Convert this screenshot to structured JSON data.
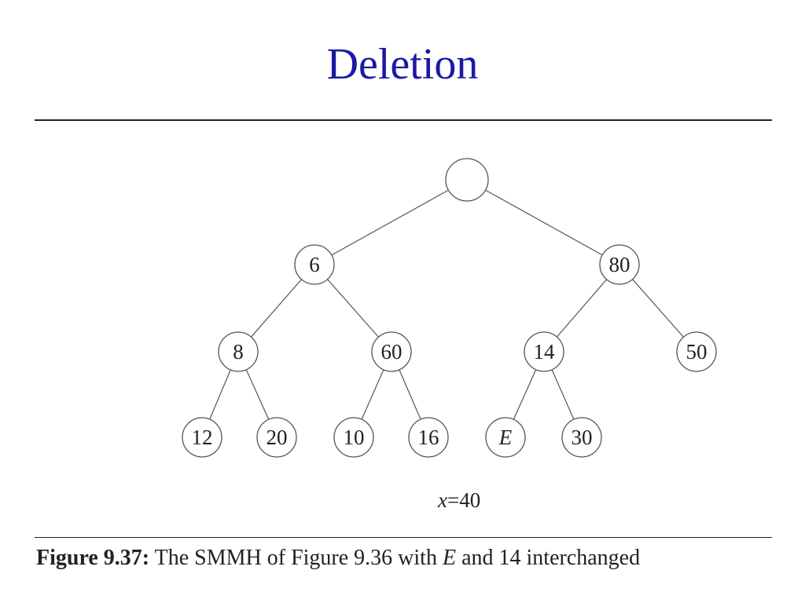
{
  "slide": {
    "title": "Deletion"
  },
  "tree": {
    "nodes": [
      {
        "id": "root",
        "label": ""
      },
      {
        "id": "n6",
        "label": "6"
      },
      {
        "id": "n80",
        "label": "80"
      },
      {
        "id": "n8",
        "label": "8"
      },
      {
        "id": "n60",
        "label": "60"
      },
      {
        "id": "n14",
        "label": "14"
      },
      {
        "id": "n50",
        "label": "50"
      },
      {
        "id": "n12",
        "label": "12"
      },
      {
        "id": "n20",
        "label": "20"
      },
      {
        "id": "n10",
        "label": "10"
      },
      {
        "id": "n16",
        "label": "16"
      },
      {
        "id": "nE",
        "label": "E",
        "italic": true
      },
      {
        "id": "n30",
        "label": "30"
      }
    ],
    "edges": [
      [
        "root",
        "n6"
      ],
      [
        "root",
        "n80"
      ],
      [
        "n6",
        "n8"
      ],
      [
        "n6",
        "n60"
      ],
      [
        "n80",
        "n14"
      ],
      [
        "n80",
        "n50"
      ],
      [
        "n8",
        "n12"
      ],
      [
        "n8",
        "n20"
      ],
      [
        "n60",
        "n10"
      ],
      [
        "n60",
        "n16"
      ],
      [
        "n14",
        "nE"
      ],
      [
        "n14",
        "n30"
      ]
    ],
    "x_annotation": {
      "var": "x",
      "rest": "=40"
    }
  },
  "caption": {
    "figure_label": "Figure 9.37:",
    "text_before": " The SMMH of Figure 9.36 with ",
    "italic_word": "E",
    "text_after": " and 14 interchanged"
  }
}
